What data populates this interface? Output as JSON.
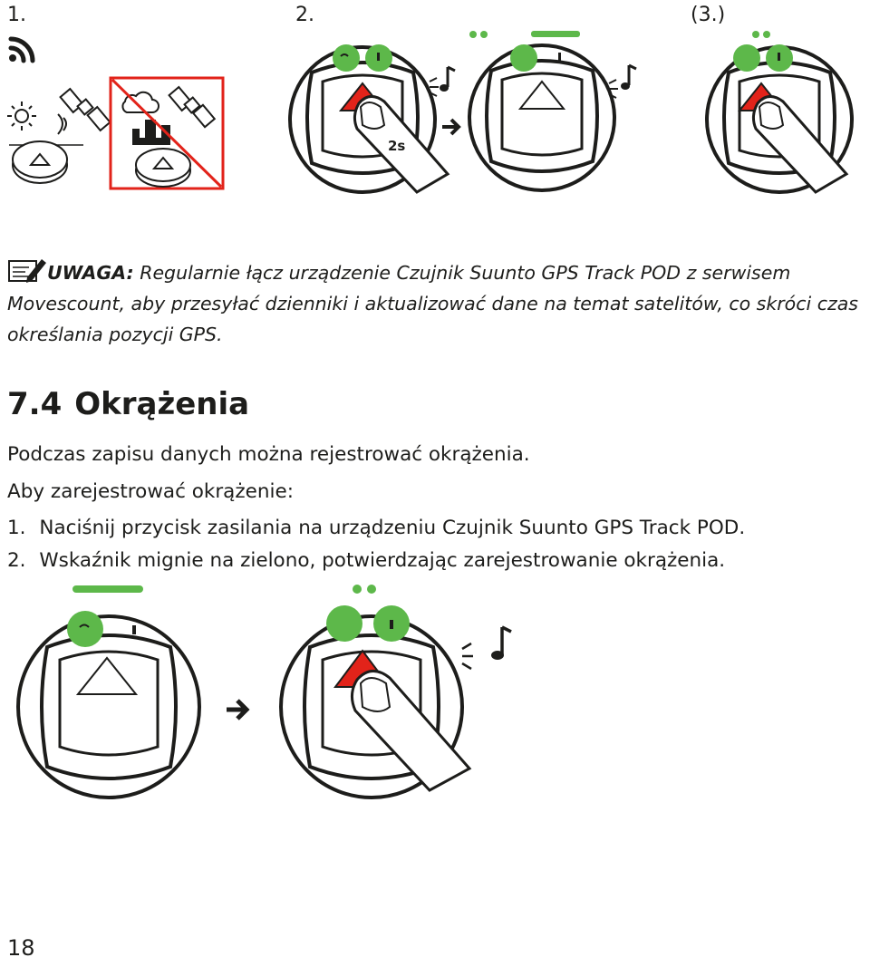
{
  "top_row": {
    "step1": "1.",
    "step2": "2.",
    "step3": "(3.)",
    "hold_duration": "2s"
  },
  "note": {
    "label": "UWAGA:",
    "text": "Regularnie łącz urządzenie Czujnik Suunto GPS Track POD z serwisem Movescount, aby przesyłać dzienniki i aktualizować dane na temat satelitów, co skróci czas określania pozycji GPS."
  },
  "section": {
    "number": "7.4",
    "title": "Okrążenia"
  },
  "paragraphs": {
    "p1": "Podczas zapisu danych można rejestrować okrążenia.",
    "p2": "Aby zarejestrować okrążenie:"
  },
  "steps": [
    {
      "num": "1.",
      "text": "Naciśnij przycisk zasilania na urządzeniu Czujnik Suunto GPS Track POD."
    },
    {
      "num": "2.",
      "text": "Wskaźnik mignie na zielono, potwierdzając zarejestrowanie okrążenia."
    }
  ],
  "page_number": "18",
  "colors": {
    "led_green": "#5db84a",
    "button_red": "#e2231a",
    "outline": "#1d1d1b",
    "forbidden_red": "#e2231a"
  }
}
